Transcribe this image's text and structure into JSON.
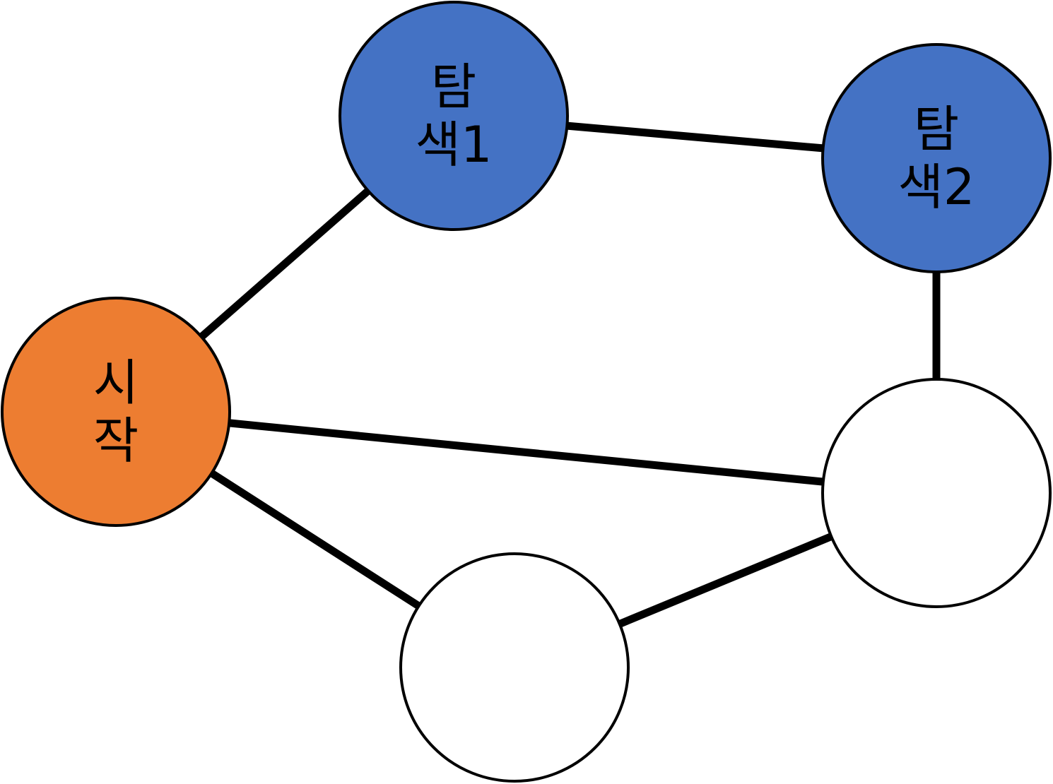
{
  "colors": {
    "start": "#ED7D31",
    "explored": "#4472C4",
    "unvisited": "#FFFFFF",
    "edge": "#000000"
  },
  "nodes": [
    {
      "id": "start",
      "lines": [
        "시",
        "작"
      ],
      "state": "start"
    },
    {
      "id": "explore1",
      "lines": [
        "탐",
        "색1"
      ],
      "state": "explored"
    },
    {
      "id": "explore2",
      "lines": [
        "탐",
        "색2"
      ],
      "state": "explored"
    },
    {
      "id": "right",
      "lines": [],
      "state": "unvisited"
    },
    {
      "id": "bottom",
      "lines": [],
      "state": "unvisited"
    }
  ],
  "edges": [
    {
      "from": "start",
      "to": "explore1"
    },
    {
      "from": "explore1",
      "to": "explore2"
    },
    {
      "from": "explore2",
      "to": "right"
    },
    {
      "from": "start",
      "to": "right"
    },
    {
      "from": "start",
      "to": "bottom"
    },
    {
      "from": "bottom",
      "to": "right"
    }
  ]
}
